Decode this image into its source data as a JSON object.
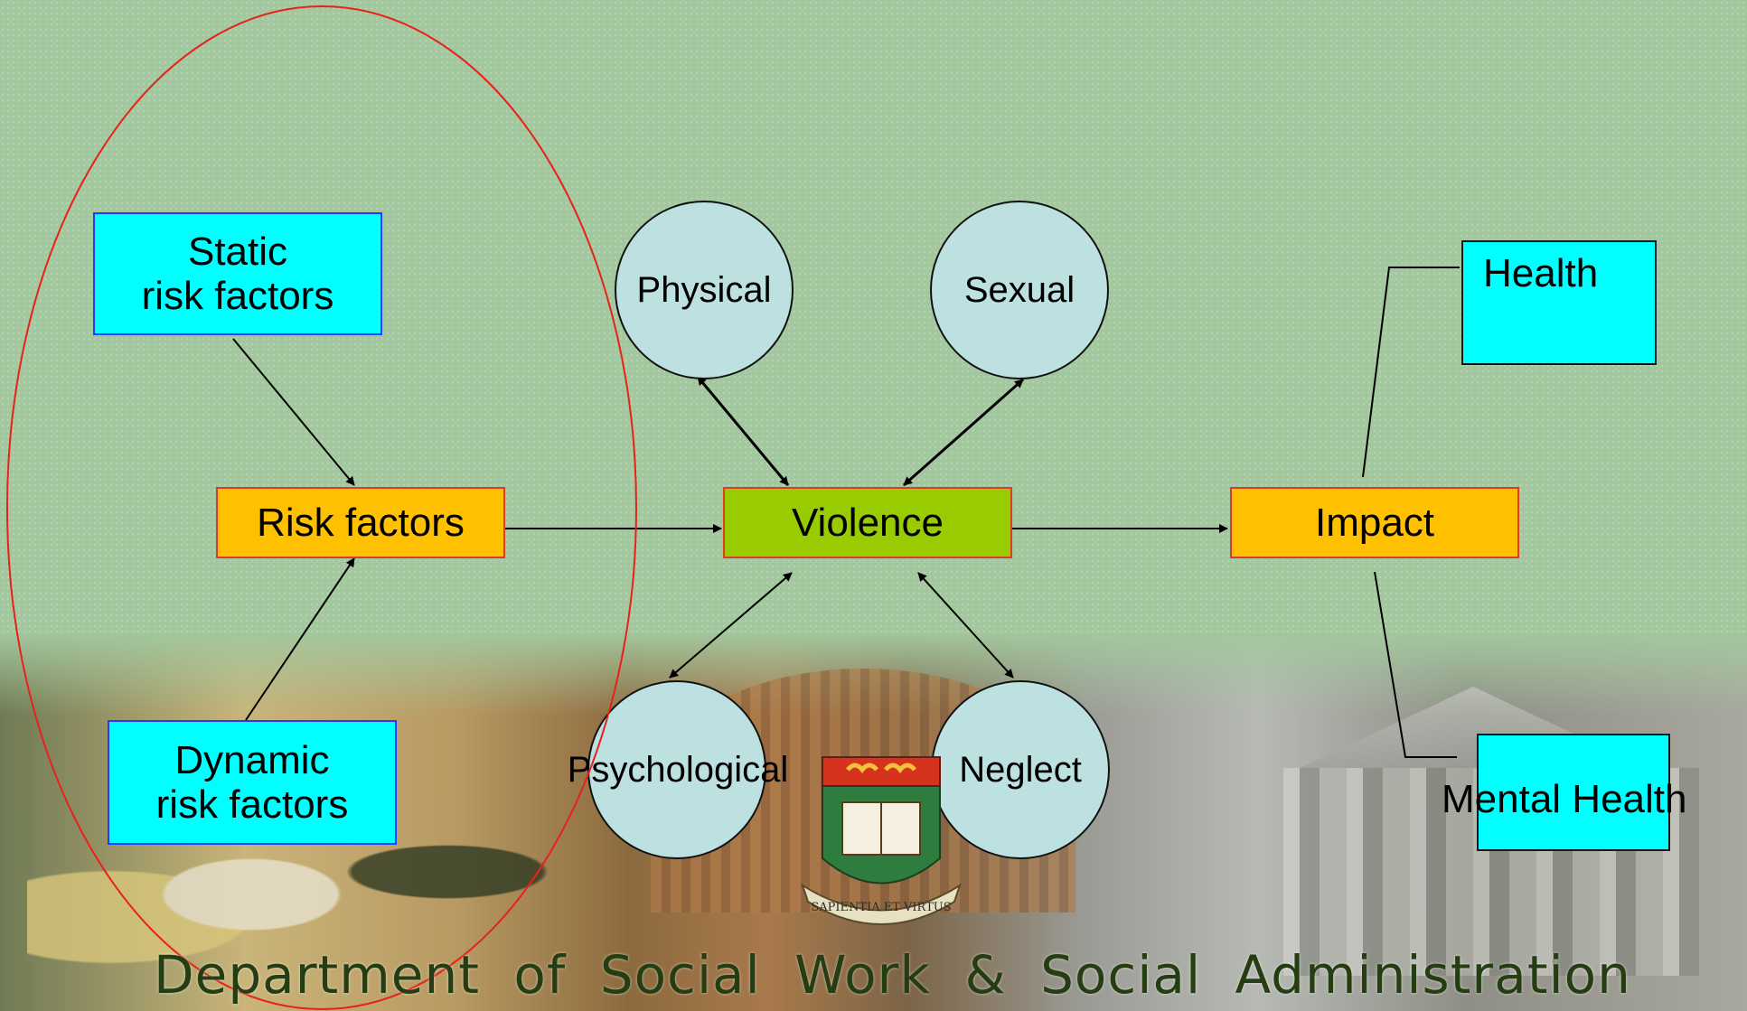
{
  "nodes": {
    "static_risk": "Static\nrisk factors",
    "dynamic_risk": "Dynamic\nrisk factors",
    "risk_factors": "Risk factors",
    "violence": "Violence",
    "impact": "Impact",
    "health": "Health",
    "mental_health": "Mental Health"
  },
  "circles": {
    "physical": "Physical",
    "sexual": "Sexual",
    "psychological": "Psychological",
    "neglect": "Neglect"
  },
  "footer": "Department of Social Work & Social Administration",
  "crest_motto": "SAPIENTIA ET VIRTUS",
  "colors": {
    "background": "#a3c79e",
    "cyan_box": "#00ffff",
    "orange_box": "#ffc000",
    "green_box": "#99cc00",
    "circle_fill": "#bde0e1",
    "ellipse_stroke": "#e8211b"
  }
}
